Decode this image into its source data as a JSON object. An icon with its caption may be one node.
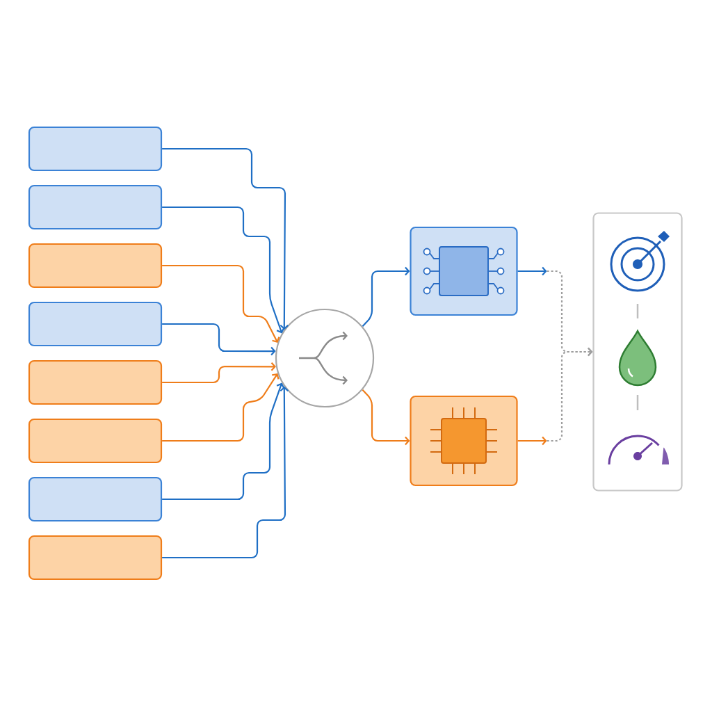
{
  "diagram": {
    "nodes": [
      {
        "text": [],
        "shape": "box"
      },
      {
        "text": [],
        "shape": "box"
      },
      {
        "text": [],
        "shape": "box"
      },
      {
        "text": [],
        "shape": "box"
      },
      {
        "text": [],
        "shape": "box"
      },
      {
        "text": [],
        "shape": "box"
      },
      {
        "text": [],
        "shape": "box"
      },
      {
        "text": [],
        "shape": "box"
      },
      {
        "text": [],
        "shape": "circle"
      },
      {
        "text": [],
        "shape": "box"
      },
      {
        "text": [],
        "shape": "box"
      },
      {
        "text": [],
        "shape": "box"
      }
    ],
    "edges": [
      {
        "from": 0,
        "to": 8,
        "arrow": "to"
      },
      {
        "from": 1,
        "to": 8,
        "arrow": "to"
      },
      {
        "from": 2,
        "to": 8,
        "arrow": "to",
        "color": "#ef7d1a"
      },
      {
        "from": 3,
        "to": 8,
        "arrow": "to"
      },
      {
        "from": 4,
        "to": 8,
        "arrow": "to",
        "color": "#ef7d1a"
      },
      {
        "from": 5,
        "to": 8,
        "arrow": "to",
        "color": "#ef7d1a"
      },
      {
        "from": 6,
        "to": 8,
        "arrow": "to"
      },
      {
        "from": 7,
        "to": 8,
        "arrow": "to"
      },
      {
        "from": 8,
        "to": 9,
        "arrow": "to"
      },
      {
        "from": 8,
        "to": 10,
        "arrow": "to",
        "color": "#ef7d1a"
      },
      {
        "from": 9,
        "to": 11,
        "arrow": "to",
        "style": "dashed",
        "color": "#9e9e9e"
      },
      {
        "from": 10,
        "to": 11,
        "arrow": "to",
        "style": "dashed",
        "color": "#9e9e9e"
      }
    ]
  }
}
